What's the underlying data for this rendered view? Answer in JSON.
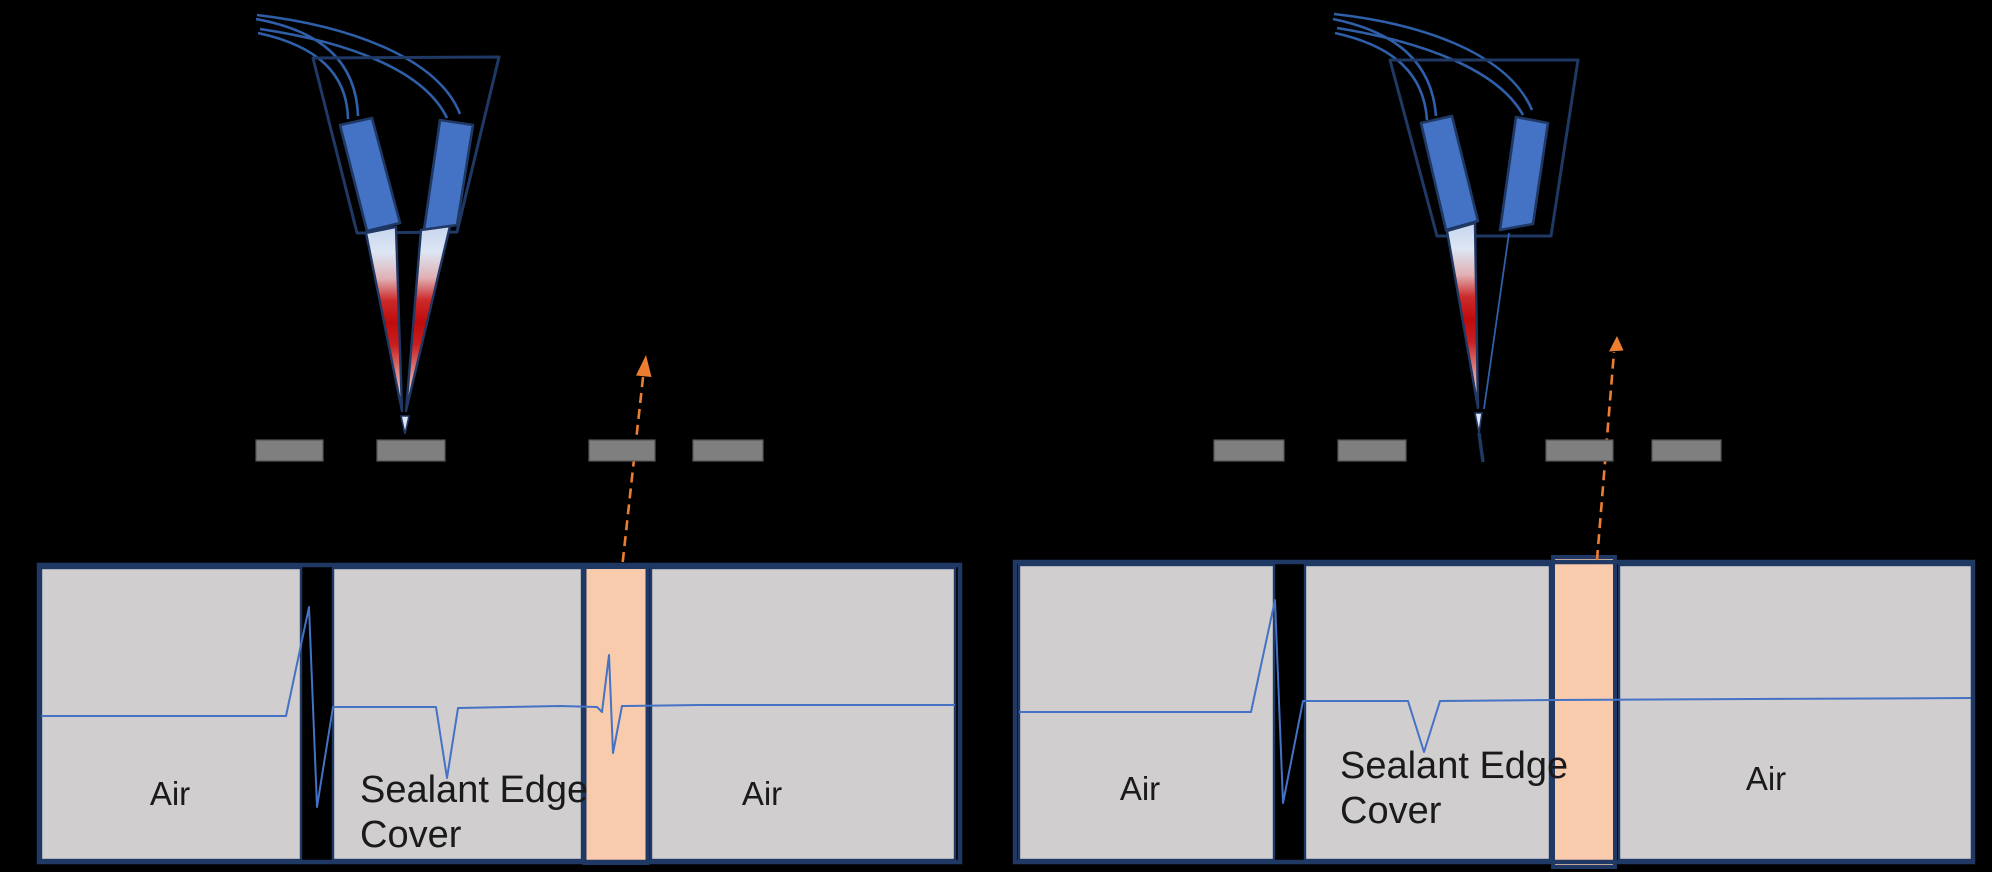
{
  "colors": {
    "background": "#000000",
    "electrode_blue": "#4472c4",
    "outline_navy": "#1f3864",
    "wire_blue": "#2e5fa8",
    "flame_red": "#c00b0b",
    "flame_light_blue": "#c7d5ee",
    "pad_gray": "#7f7f7f",
    "panel_gray": "#d0cecf",
    "cover_orange": "#f8cbad",
    "arrow_orange": "#ed7d31",
    "signal_blue": "#4472c4",
    "label_dark": "#1a1a1a"
  },
  "left_panel": {
    "air_left": "Air",
    "sealant_line1": "Sealant Edge",
    "sealant_line2": "Cover",
    "air_right": "Air"
  },
  "right_panel": {
    "air_left": "Air",
    "sealant_line1": "Sealant Edge",
    "sealant_line2": "Cover",
    "air_right": "Air"
  }
}
